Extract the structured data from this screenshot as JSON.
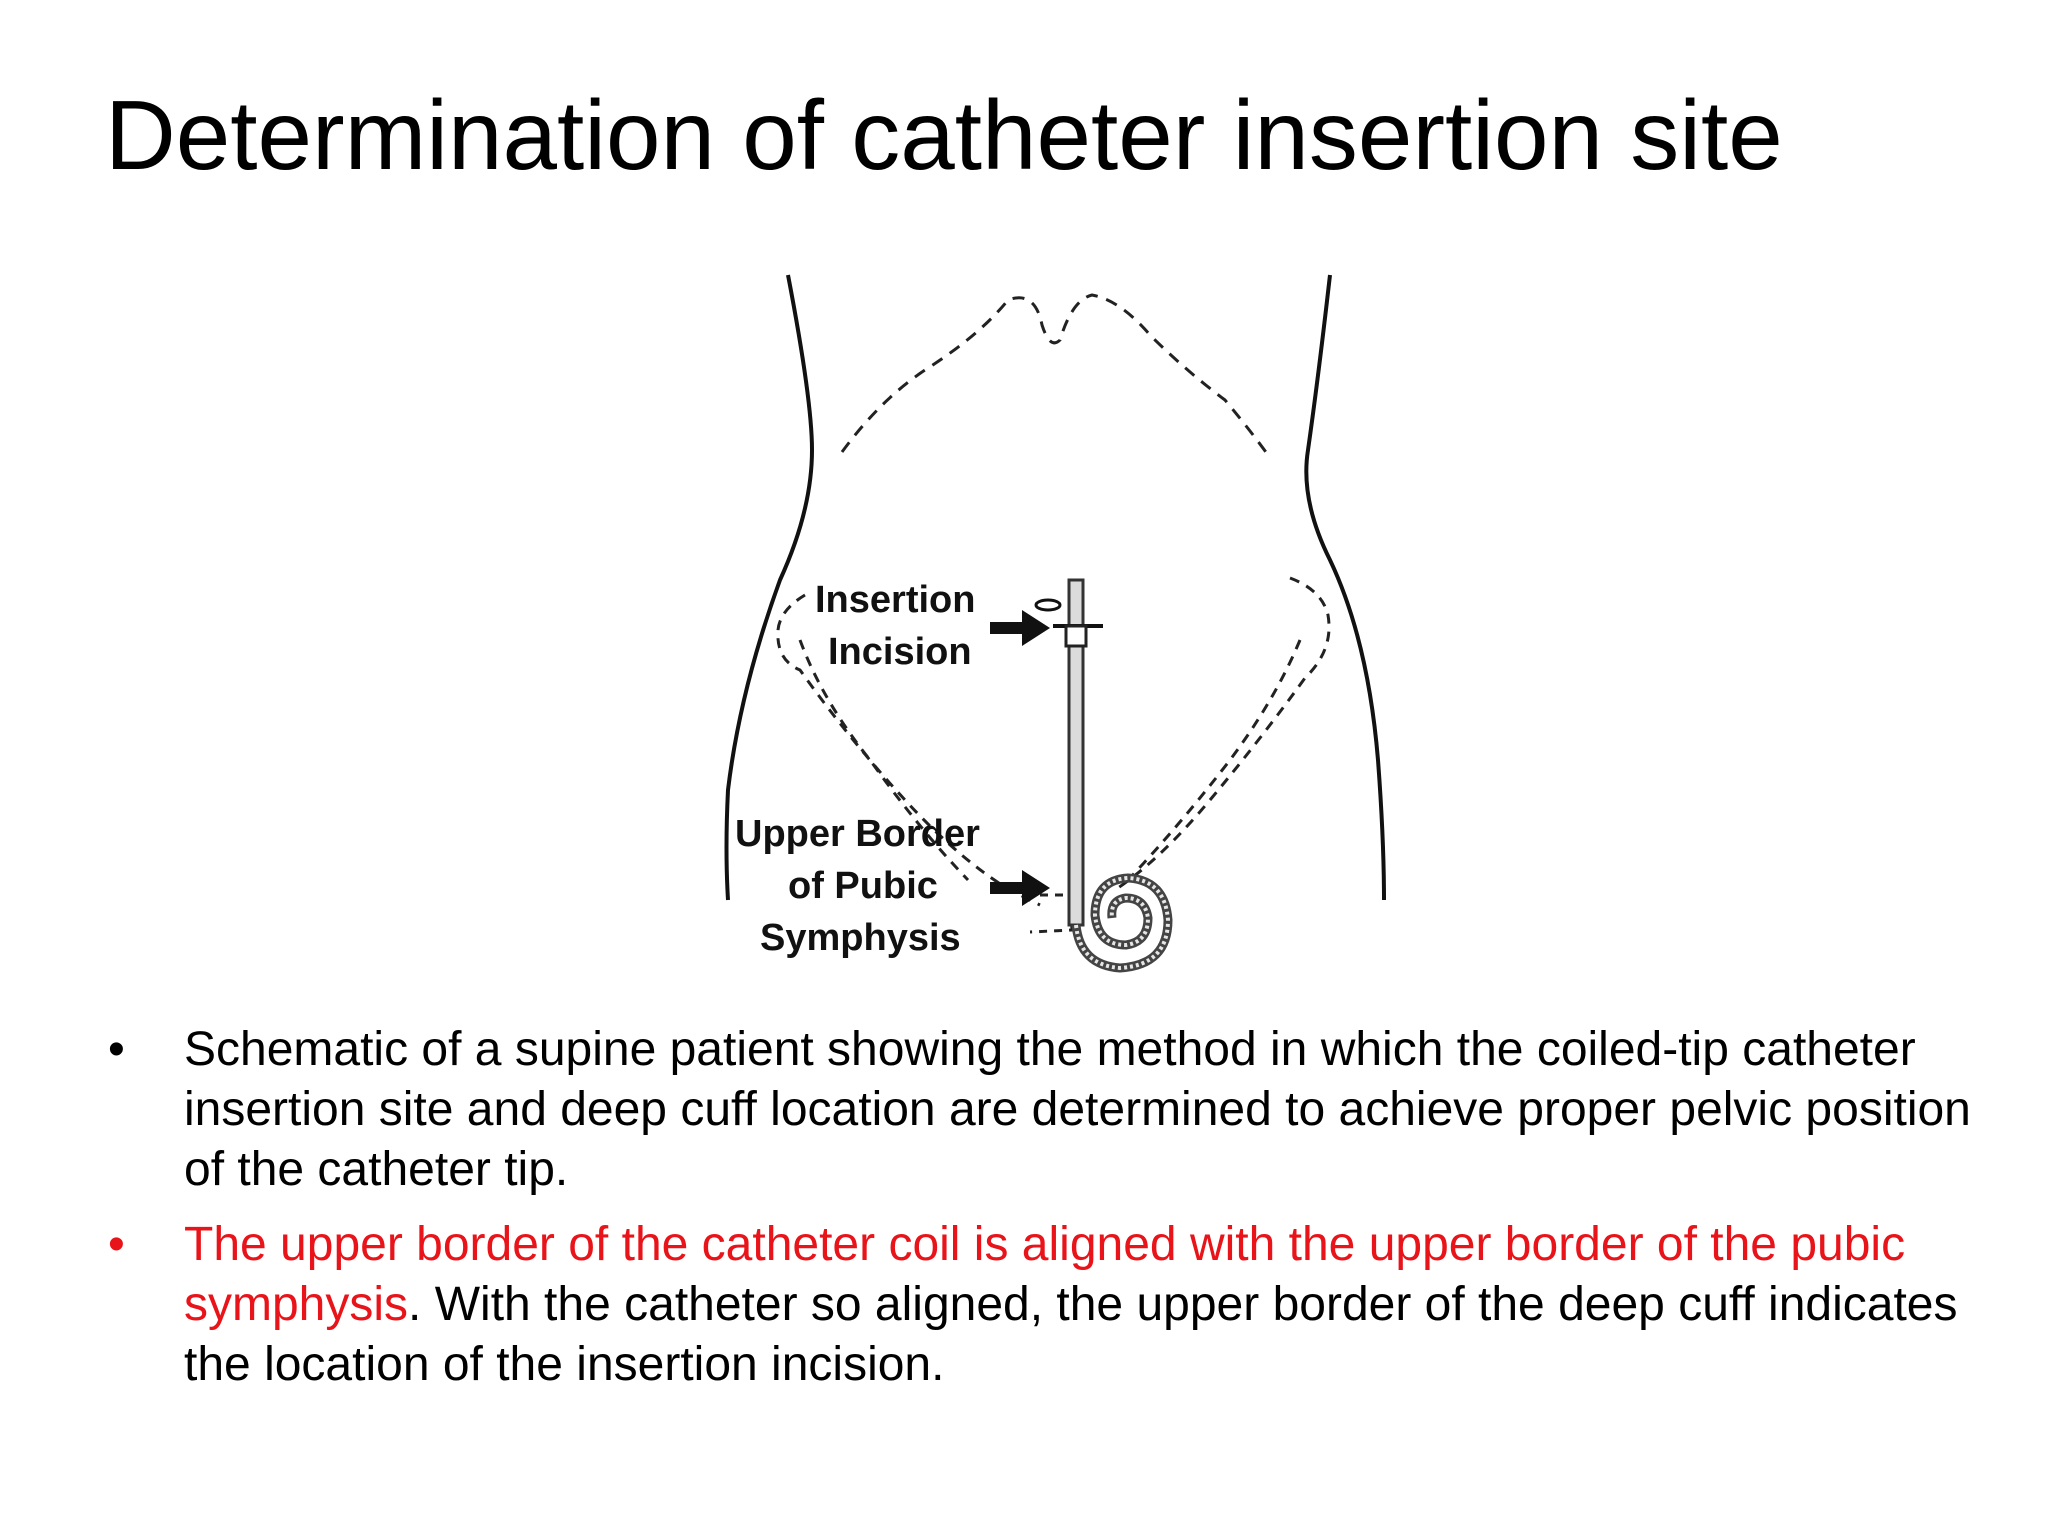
{
  "slide": {
    "title": "Determination of catheter insertion site"
  },
  "figure": {
    "label_insertion_line1": "Insertion",
    "label_insertion_line2": "Incision",
    "label_pubic_line1": "Upper Border",
    "label_pubic_line2": "of Pubic",
    "label_pubic_line3": "Symphysis"
  },
  "bullets": {
    "bullet_symbol": "•",
    "item1": "Schematic of a supine patient showing the method in which the coiled-tip catheter insertion site and deep cuff location are determined to achieve proper pelvic position of the catheter tip.",
    "item2_highlight": "The upper border of the catheter coil is aligned with the upper border of the pubic symphysis",
    "item2_rest": ". With the catheter so aligned, the upper border of the deep cuff indicates the location of the insertion incision."
  },
  "colors": {
    "highlight_red": "#e8141a",
    "text": "#000000",
    "background": "#ffffff"
  }
}
